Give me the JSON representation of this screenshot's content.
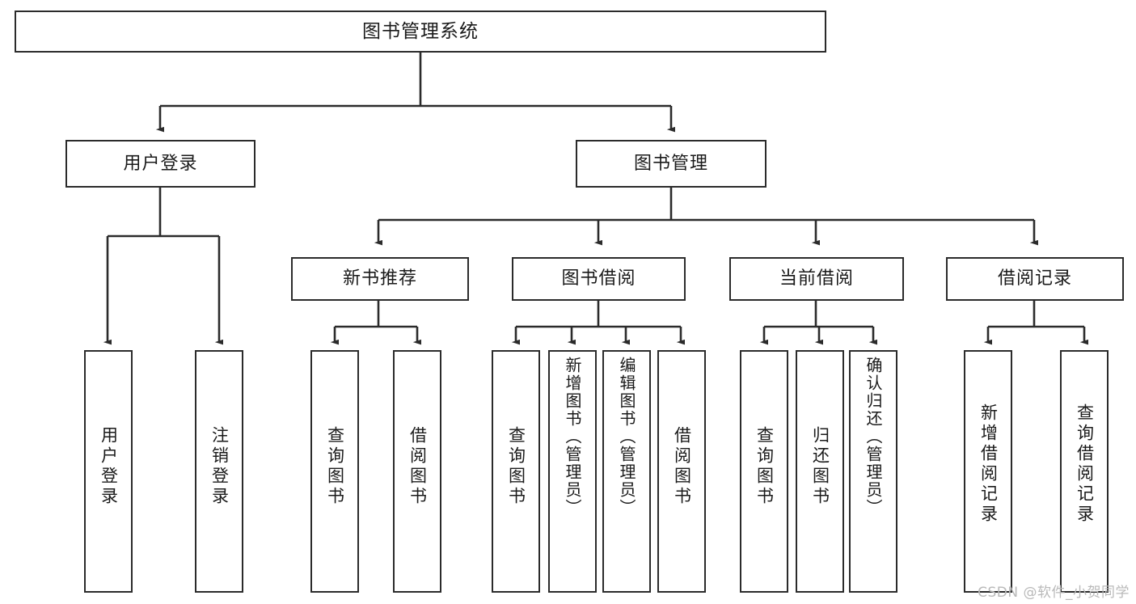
{
  "diagram": {
    "type": "tree",
    "title": "图书管理系统",
    "root": {
      "id": "root",
      "label": "图书管理系统"
    },
    "level2": [
      {
        "id": "user-login",
        "label": "用户登录"
      },
      {
        "id": "book-manage",
        "label": "图书管理"
      }
    ],
    "level3": [
      {
        "id": "new-book-recommend",
        "label": "新书推荐",
        "parent": "book-manage"
      },
      {
        "id": "book-borrow",
        "label": "图书借阅",
        "parent": "book-manage"
      },
      {
        "id": "current-borrow",
        "label": "当前借阅",
        "parent": "book-manage"
      },
      {
        "id": "borrow-record",
        "label": "借阅记录",
        "parent": "book-manage"
      }
    ],
    "leaves": [
      {
        "id": "leaf-user-login",
        "label": "用户登录",
        "parent": "user-login"
      },
      {
        "id": "leaf-logout",
        "label": "注销登录",
        "parent": "user-login"
      },
      {
        "id": "leaf-query-book-1",
        "label": "查询图书",
        "parent": "new-book-recommend"
      },
      {
        "id": "leaf-borrow-book-1",
        "label": "借阅图书",
        "parent": "new-book-recommend"
      },
      {
        "id": "leaf-query-book-2",
        "label": "查询图书",
        "parent": "book-borrow"
      },
      {
        "id": "leaf-add-book",
        "label": "新增图书（管理员）",
        "parent": "book-borrow"
      },
      {
        "id": "leaf-edit-book",
        "label": "编辑图书（管理员）",
        "parent": "book-borrow"
      },
      {
        "id": "leaf-borrow-book-2",
        "label": "借阅图书",
        "parent": "book-borrow"
      },
      {
        "id": "leaf-query-book-3",
        "label": "查询图书",
        "parent": "current-borrow"
      },
      {
        "id": "leaf-return-book",
        "label": "归还图书",
        "parent": "current-borrow"
      },
      {
        "id": "leaf-confirm-return",
        "label": "确认归还（管理员）",
        "parent": "current-borrow"
      },
      {
        "id": "leaf-add-record",
        "label": "新增借阅记录",
        "parent": "borrow-record"
      },
      {
        "id": "leaf-query-record",
        "label": "查询借阅记录",
        "parent": "borrow-record"
      }
    ]
  },
  "watermark": {
    "text": "CSDN @软件_小贺同学"
  },
  "colors": {
    "stroke": "#2b2b2b",
    "fill": "#ffffff",
    "text": "#1a1a1a",
    "watermark": "#b9b9b9"
  }
}
